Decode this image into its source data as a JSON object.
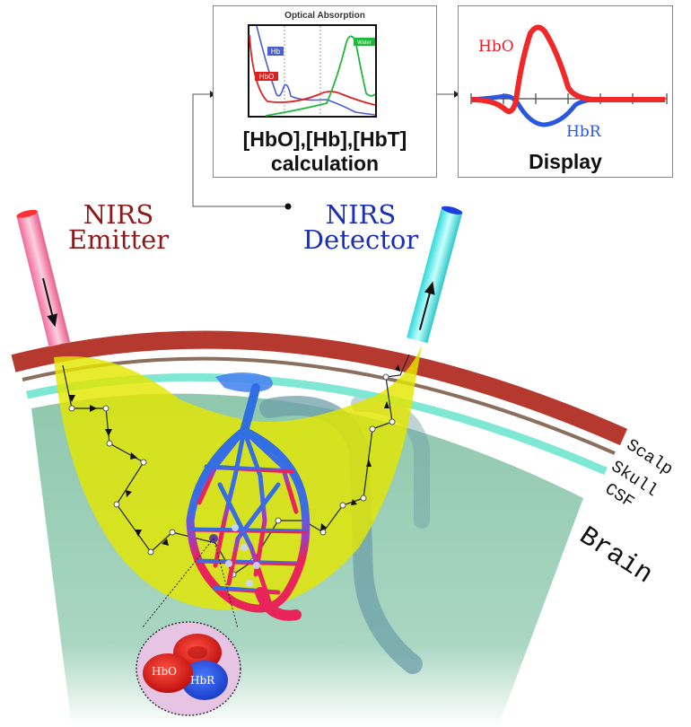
{
  "calculation_panel": {
    "chart_title": "Optical Absorption",
    "label_line1": "[HbO],[Hb],[HbT]",
    "label_line2": "calculation",
    "legend": {
      "hb": "Hb",
      "hbo": "HbO",
      "water": "Water"
    }
  },
  "display_panel": {
    "label": "Display",
    "hbo_label": "HbO",
    "hbr_label": "HbR"
  },
  "emitter": {
    "line1": "NIRS",
    "line2": "Emitter"
  },
  "detector": {
    "line1": "NIRS",
    "line2": "Detector"
  },
  "layers": {
    "scalp": "Scalp",
    "skull": "Skull",
    "csf": "CSF",
    "brain": "Brain"
  },
  "blood_cells": {
    "hbo": "HbO",
    "hbr": "HbR"
  },
  "colors": {
    "scalp": "#b5392f",
    "skull": "#8a6e5e",
    "csf": "#7fe8d4",
    "brain": "#8fc8ad",
    "light_path": "#e3e600",
    "emitter_text": "#8b1a1a",
    "detector_text": "#1a2fb5",
    "hbo_red": "#e8202a",
    "hbr_blue": "#2a56e0",
    "water_green": "#1fb53a"
  },
  "chart_data": [
    {
      "type": "line",
      "title": "Optical Absorption",
      "xlabel": "",
      "ylabel": "",
      "series": [
        {
          "name": "Hb",
          "shape": "high at short wavelength, falls steeply, small bump near first dashed line, then declines to near zero"
        },
        {
          "name": "HbO",
          "shape": "high at left edge, drops to low plateau, broad gentle hump in the middle, slowly declines"
        },
        {
          "name": "Water",
          "shape": "near zero at left, rising sharply to a tall peak on the right, then dropping"
        }
      ],
      "annotations": [
        "two vertical dashed lines marking NIR window"
      ]
    },
    {
      "type": "line",
      "title": "Display",
      "xlabel": "",
      "ylabel": "",
      "x_ticks": 7,
      "series": [
        {
          "name": "HbO",
          "shape": "initial small dip, then large positive peak, returns to baseline"
        },
        {
          "name": "HbR",
          "shape": "small initial rise, then moderate negative trough, returns to baseline"
        }
      ]
    }
  ]
}
